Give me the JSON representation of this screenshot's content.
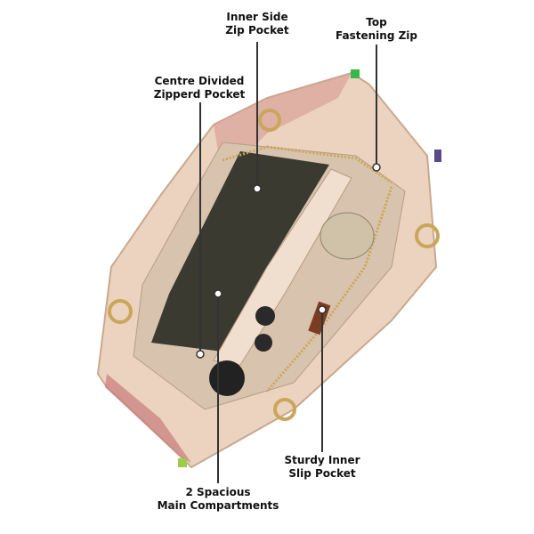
{
  "callouts": [
    {
      "id": "inner-side-zip-pocket",
      "lines": [
        "Inner Side",
        "Zip Pocket"
      ]
    },
    {
      "id": "top-fastening-zip",
      "lines": [
        "Top",
        "Fastening Zip"
      ]
    },
    {
      "id": "centre-divided-pocket",
      "lines": [
        "Centre Divided",
        "Zipperd Pocket"
      ]
    },
    {
      "id": "sturdy-inner-slip-pocket",
      "lines": [
        "Sturdy Inner",
        "Slip Pocket"
      ]
    },
    {
      "id": "main-compartments",
      "lines": [
        "2 Spacious",
        "Main Compartments"
      ]
    }
  ],
  "colors": {
    "leather": "#ecd3bf",
    "interior": "#d8c3ae",
    "dark": "#3b3a30",
    "accent_pink": "#c97a7a",
    "hardware": "#c9a65a",
    "line": "#333333"
  }
}
